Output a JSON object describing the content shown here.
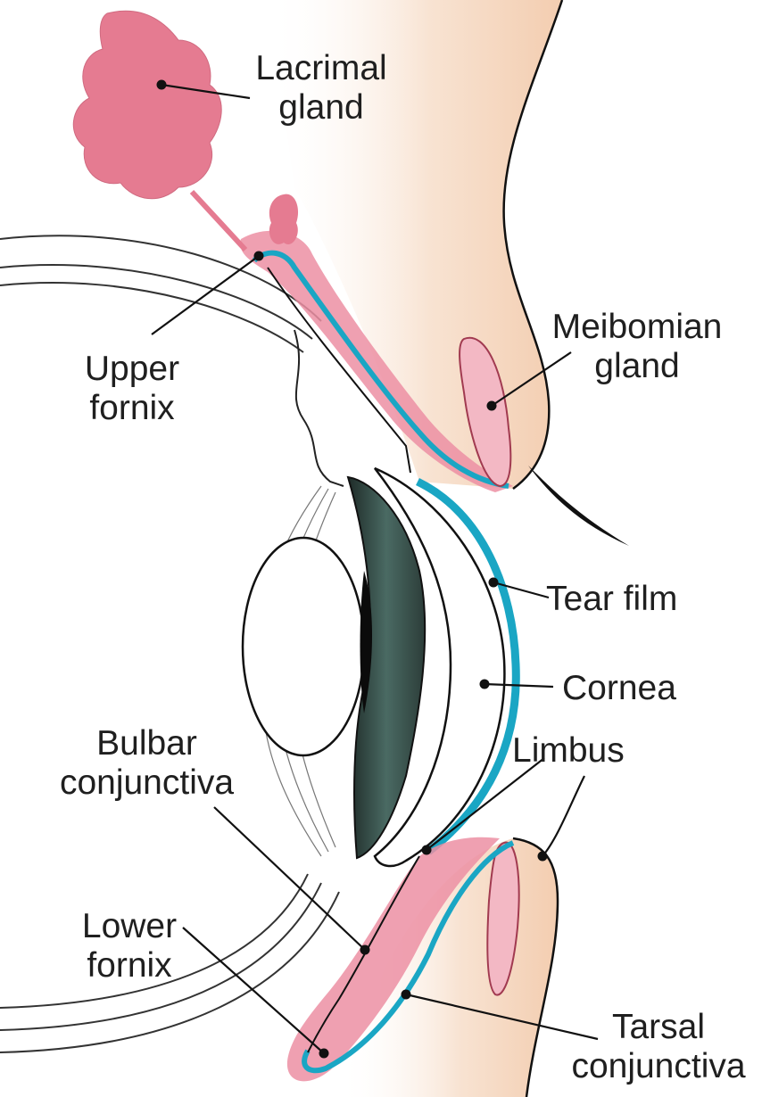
{
  "labels": {
    "lacrimal_gland": [
      "Lacrimal",
      "gland"
    ],
    "meibomian_gland": [
      "Meibomian",
      "gland"
    ],
    "upper_fornix": [
      "Upper",
      "fornix"
    ],
    "tear_film": "Tear film",
    "cornea": "Cornea",
    "limbus": "Limbus",
    "bulbar_conjunctiva": [
      "Bulbar",
      "conjunctiva"
    ],
    "lower_fornix": [
      "Lower",
      "fornix"
    ],
    "tarsal_conjunctiva": [
      "Tarsal",
      "conjunctiva"
    ]
  },
  "colors": {
    "skin": "#f6d9c2",
    "gland": "#e57b91",
    "conjunctiva": "#ec8fa3",
    "tear_film": "#1aa6c4",
    "iris": "#3a5650",
    "outline": "#111111"
  }
}
